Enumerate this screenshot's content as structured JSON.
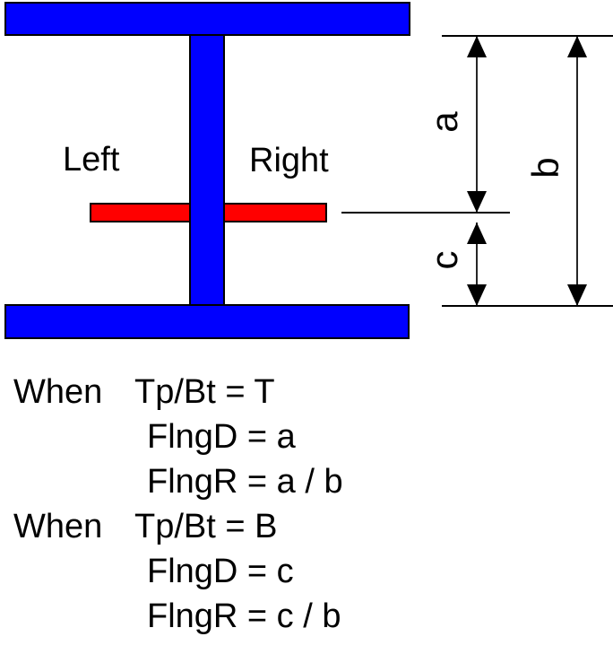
{
  "diagram": {
    "labels": {
      "left": "Left",
      "right": "Right",
      "dim_a": "a",
      "dim_b": "b",
      "dim_c": "c"
    },
    "colors": {
      "beam": "#0000ff",
      "marker": "#ff0000",
      "line": "#000000",
      "background": "#ffffff"
    }
  },
  "formulas": {
    "lines": [
      {
        "keyword": "When",
        "expr": "Tp/Bt = T"
      },
      {
        "keyword": "",
        "expr": "FlngD = a"
      },
      {
        "keyword": "",
        "expr": "FlngR = a / b"
      },
      {
        "keyword": "When",
        "expr": "Tp/Bt = B"
      },
      {
        "keyword": "",
        "expr": "FlngD = c"
      },
      {
        "keyword": "",
        "expr": "FlngR = c / b"
      }
    ]
  }
}
